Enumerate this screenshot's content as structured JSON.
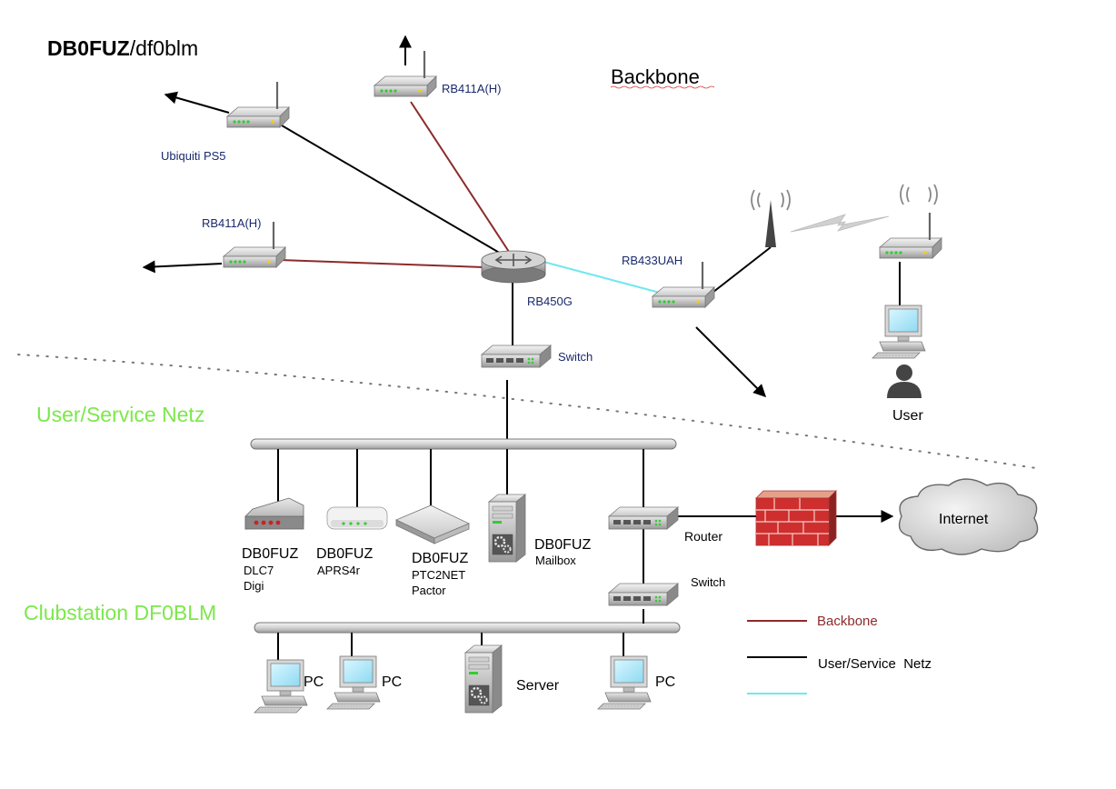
{
  "title": {
    "bold": "DB0FUZ",
    "rest": "/df0blm"
  },
  "section_labels": {
    "backbone": "Backbone",
    "user_service_netz": "User/Service Netz",
    "clubstation": "Clubstation DF0BLM"
  },
  "devices": {
    "ubiquiti": "Ubiquiti PS5",
    "rb411_top": "RB411A(H)",
    "rb411_left": "RB411A(H)",
    "rb450g": "RB450G",
    "rb433": "RB433UAH",
    "switch_top": "Switch",
    "router": "Router",
    "switch_bottom": "Switch",
    "internet": "Internet",
    "user": "User",
    "dlc7": [
      "DB0FUZ",
      "DLC7",
      "Digi"
    ],
    "aprs": [
      "DB0FUZ",
      "APRS4r"
    ],
    "ptc": [
      "DB0FUZ",
      "PTC2NET",
      "Pactor"
    ],
    "mailbox": [
      "DB0FUZ",
      "Mailbox"
    ],
    "pc1": "PC",
    "pc2": "PC",
    "server": "Server",
    "pc3": "PC"
  },
  "legend": [
    {
      "label": "Backbone",
      "color": "#8b2b2b"
    },
    {
      "label": "User/Service  Netz",
      "color": "#000000"
    },
    {
      "label": "",
      "color": "#6fe8ee"
    }
  ],
  "colors": {
    "backbone_link": "#8b2b2b",
    "service_link": "#000000",
    "wifi_link": "#6fe8ee",
    "section_green": "#7ce84a",
    "device_label": "#1a2a6c"
  }
}
